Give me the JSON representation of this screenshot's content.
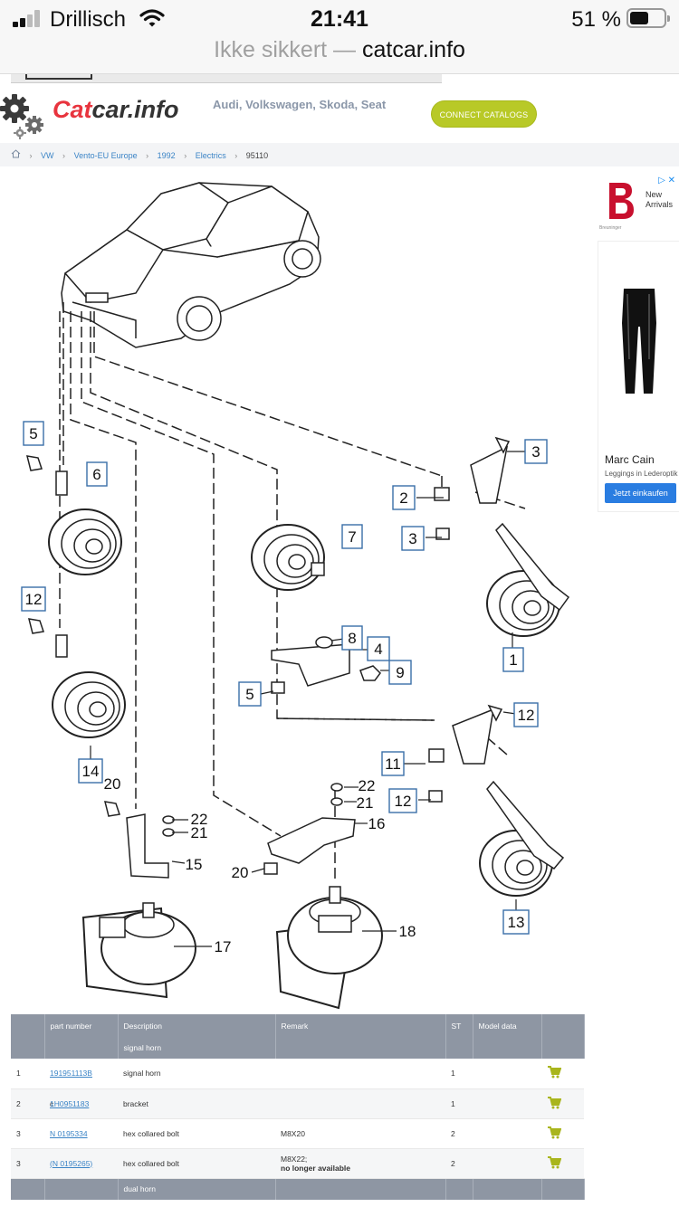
{
  "status_bar": {
    "carrier": "Drillisch",
    "time": "21:41",
    "battery_percent": "51 %"
  },
  "browser": {
    "url_prefix": "Ikke sikkert — ",
    "url_domain": "catcar.info"
  },
  "header": {
    "logo_part1": "Cat",
    "logo_part2": "car.info",
    "brands": "Audi, Volkswagen, Skoda, Seat",
    "connect_label": "CONNECT CATALOGS"
  },
  "breadcrumb": {
    "items": [
      "VW",
      "Vento-EU Europe",
      "1992",
      "Electrics"
    ],
    "current": "95110",
    "separator": "›"
  },
  "diagram": {
    "callouts": [
      "1",
      "2",
      "3",
      "3",
      "4",
      "5",
      "5",
      "6",
      "7",
      "8",
      "9",
      "11",
      "12",
      "12",
      "12",
      "13",
      "14",
      "15",
      "16",
      "17",
      "18",
      "20",
      "20",
      "21",
      "21",
      "22",
      "22"
    ]
  },
  "ad": {
    "badge": "▷ ✕",
    "tagline_1": "New",
    "tagline_2": "Arrivals",
    "brand": "Breuninger",
    "title": "Marc Cain",
    "description": "Leggings in Lederoptik",
    "button": "Jetzt einkaufen"
  },
  "table": {
    "headers": [
      "",
      "",
      "part number",
      "Description",
      "Remark",
      "ST",
      "Model data",
      ""
    ],
    "groups": [
      {
        "title": "signal horn",
        "rows": [
          {
            "pos": "1",
            "flag": "",
            "part": "191951113B",
            "description": "signal horn",
            "remark": "",
            "remark2": "",
            "st": "1"
          },
          {
            "pos": "2",
            "flag": "c",
            "part": "1H0951183",
            "description": "bracket",
            "remark": "",
            "remark2": "",
            "st": "1"
          },
          {
            "pos": "3",
            "flag": "",
            "part": "N 0195334",
            "description": "hex collared bolt",
            "remark": "M8X20",
            "remark2": "",
            "st": "2"
          },
          {
            "pos": "3",
            "flag": "",
            "part": "(N 0195265)",
            "description": "hex collared bolt",
            "remark": "M8X22;",
            "remark2": "no longer available",
            "st": "2"
          }
        ]
      },
      {
        "title": "dual horn",
        "rows": []
      }
    ]
  },
  "colors": {
    "brand_red": "#e8343e",
    "accent_green": "#b8c927",
    "link_blue": "#3b84c6",
    "table_header": "#8e96a3",
    "cart_green": "#a9b51c"
  }
}
